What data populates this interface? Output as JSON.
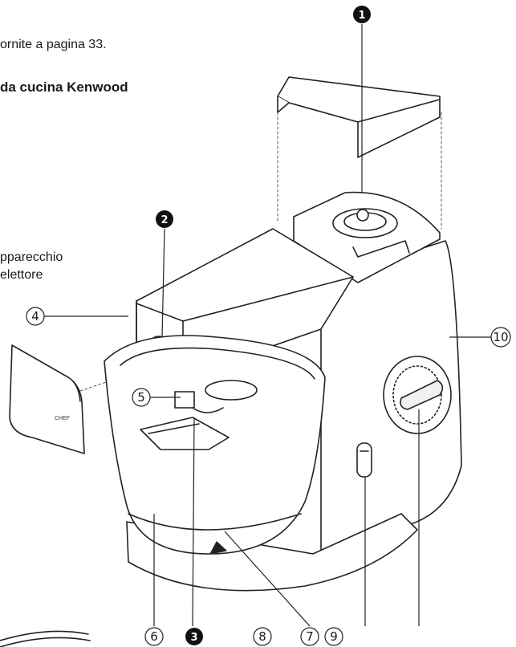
{
  "text": {
    "line1": "ornite a pagina 33.",
    "line2": "da cucina Kenwood",
    "line3a": "pparecchio",
    "line3b": "elettore"
  },
  "labels": {
    "l1": "1",
    "l2": "2",
    "l3": "3",
    "l4": "4",
    "l5": "5",
    "l6": "6",
    "l7": "7",
    "l8": "8",
    "l9": "9",
    "l10": "10"
  },
  "product": {
    "bowl_badge": "CHEF"
  }
}
